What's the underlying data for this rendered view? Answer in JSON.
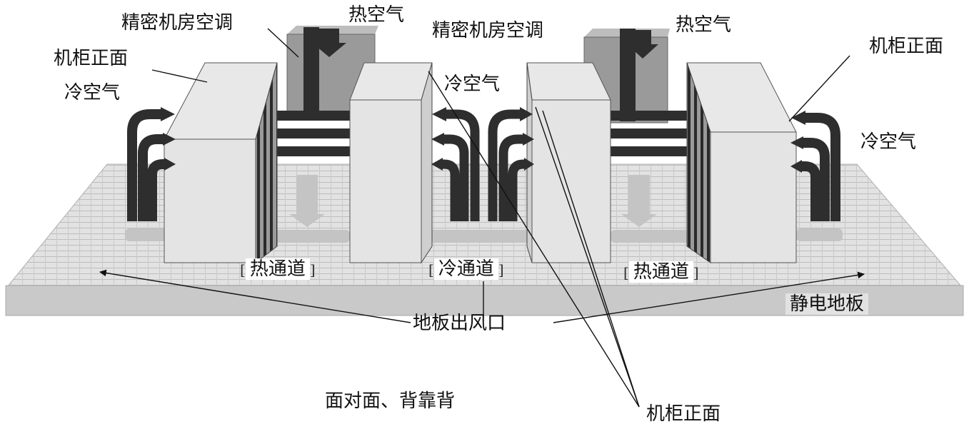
{
  "labels": {
    "crac_left": "精密机房空调",
    "crac_right": "精密机房空调",
    "hot_air_left": "热空气",
    "hot_air_right": "热空气",
    "cabinet_front_left": "机柜正面",
    "cabinet_front_right": "机柜正面",
    "cabinet_front_bottom": "机柜正面",
    "cold_air_left": "冷空气",
    "cold_air_center": "冷空气",
    "cold_air_right": "冷空气",
    "hot_aisle_left": "热通道",
    "cold_aisle": "冷通道",
    "hot_aisle_right": "热通道",
    "raised_floor": "静电地板",
    "floor_vent": "地板出风口",
    "caption": "面对面、背靠背"
  },
  "colors": {
    "floor": "#dcdcdc",
    "floor_edge": "#b9b9b9",
    "cabinet": "#e4e4e4",
    "cabinet_top": "#d2d2d2",
    "crac": "#9a9a9a",
    "airflow_dark": "#2e2e2e",
    "airflow_light": "#c8c8c8"
  }
}
